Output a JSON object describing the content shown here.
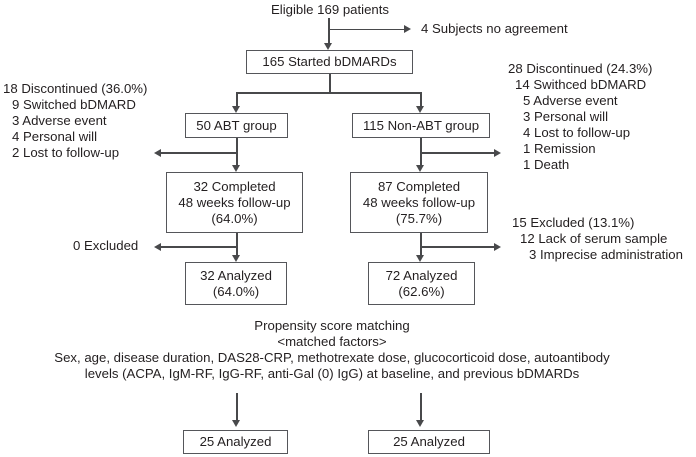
{
  "colors": {
    "text": "#231f20",
    "line": "#48494b",
    "box_border": "#55565a",
    "background": "#ffffff"
  },
  "flow": {
    "eligible": "Eligible 169 patients",
    "no_agreement": "4 Subjects no agreement",
    "started": "165 Started bDMARDs",
    "abt_group": "50 ABT group",
    "nonabt_group": "115 Non-ABT group",
    "abt_completed": [
      "32 Completed",
      "48 weeks follow-up",
      "(64.0%)"
    ],
    "nonabt_completed": [
      "87 Completed",
      "48 weeks follow-up",
      "(75.7%)"
    ],
    "abt_excluded": "0 Excluded",
    "abt_analyzed": [
      "32 Analyzed",
      "(64.0%)"
    ],
    "nonabt_analyzed": [
      "72 Analyzed",
      "(62.6%)"
    ],
    "abt_matched_analyzed": "25 Analyzed",
    "nonabt_matched_analyzed": "25 Analyzed"
  },
  "left_discontinued": {
    "lines": [
      "18 Discontinued (36.0%)",
      "9 Switched bDMARD",
      "3 Adverse event",
      "4 Personal will",
      "2 Lost to follow-up"
    ]
  },
  "right_discontinued": {
    "lines": [
      "28 Discontinued (24.3%)",
      "14 Swithced bDMARD",
      "5 Adverse event",
      "3 Personal will",
      "4 Lost to follow-up",
      "1 Remission",
      "1 Death"
    ]
  },
  "right_excluded": {
    "lines": [
      "15 Excluded (13.1%)",
      "12 Lack of serum sample",
      "3 Imprecise administration"
    ]
  },
  "matching": {
    "title": "Propensity score matching",
    "subtitle": "<matched factors>",
    "line1": "Sex, age, disease duration, DAS28-CRP, methotrexate dose, glucocorticoid dose, autoantibody",
    "line2": "levels (ACPA, IgM-RF, IgG-RF, anti-Gal (0) IgG) at baseline, and previous bDMARDs"
  }
}
